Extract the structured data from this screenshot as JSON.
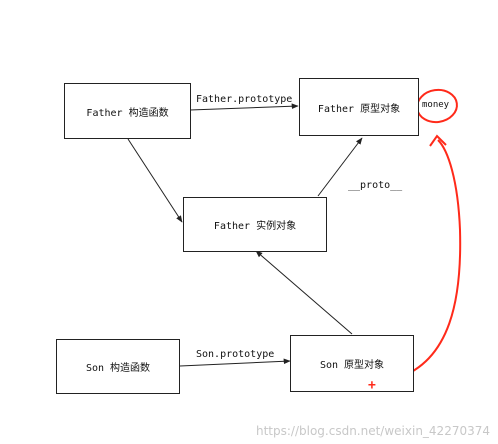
{
  "nodes": {
    "father_constructor": "Father 构造函数",
    "father_prototype": "Father 原型对象",
    "father_instance": "Father 实例对象",
    "son_constructor": "Son 构造函数",
    "son_prototype": "Son 原型对象"
  },
  "edge_labels": {
    "father_prototype_link": "Father.prototype",
    "proto_link": "__proto__",
    "son_prototype_link": "Son.prototype"
  },
  "annotation": {
    "text": "money",
    "mark": "+",
    "color": "#ff2a1a"
  },
  "watermark": "https://blog.csdn.net/weixin_42270374"
}
